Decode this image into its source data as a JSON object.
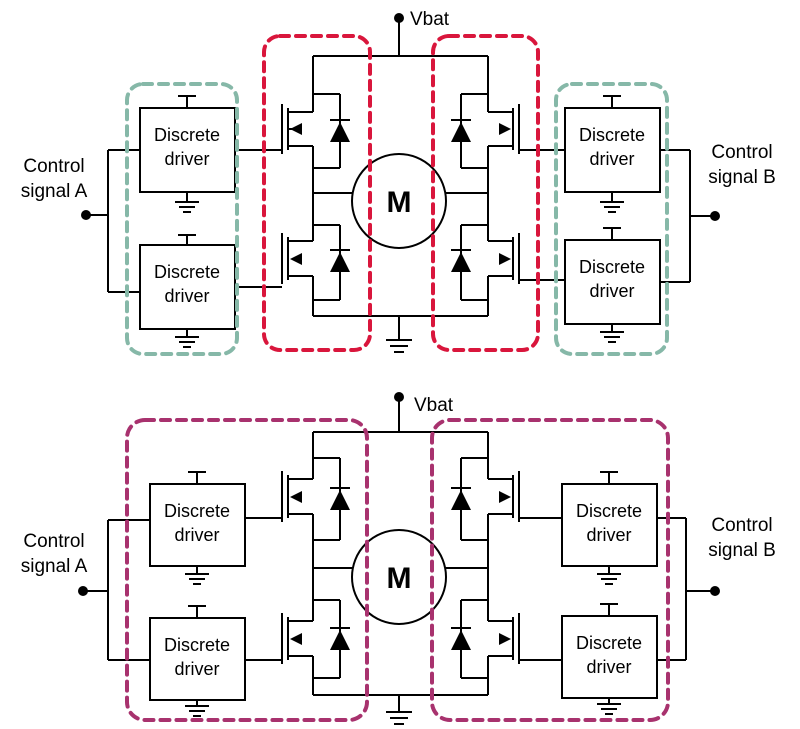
{
  "colors": {
    "fet_group_top": "#d9163c",
    "driver_group_top": "#86b8a8",
    "half_bridge_group_bottom": "#a8326e"
  },
  "diagrams": [
    {
      "supply_label": "Vbat",
      "motor_label": "M",
      "input_left": [
        "Control",
        "signal A"
      ],
      "input_right": [
        "Control",
        "signal B"
      ],
      "drivers": {
        "left_top": [
          "Discrete",
          "driver"
        ],
        "left_bottom": [
          "Discrete",
          "driver"
        ],
        "right_top": [
          "Discrete",
          "driver"
        ],
        "right_bottom": [
          "Discrete",
          "driver"
        ]
      }
    },
    {
      "supply_label": "Vbat",
      "motor_label": "M",
      "input_left": [
        "Control",
        "signal A"
      ],
      "input_right": [
        "Control",
        "signal B"
      ],
      "drivers": {
        "left_top": [
          "Discrete",
          "driver"
        ],
        "left_bottom": [
          "Discrete",
          "driver"
        ],
        "right_top": [
          "Discrete",
          "driver"
        ],
        "right_bottom": [
          "Discrete",
          "driver"
        ]
      }
    }
  ]
}
